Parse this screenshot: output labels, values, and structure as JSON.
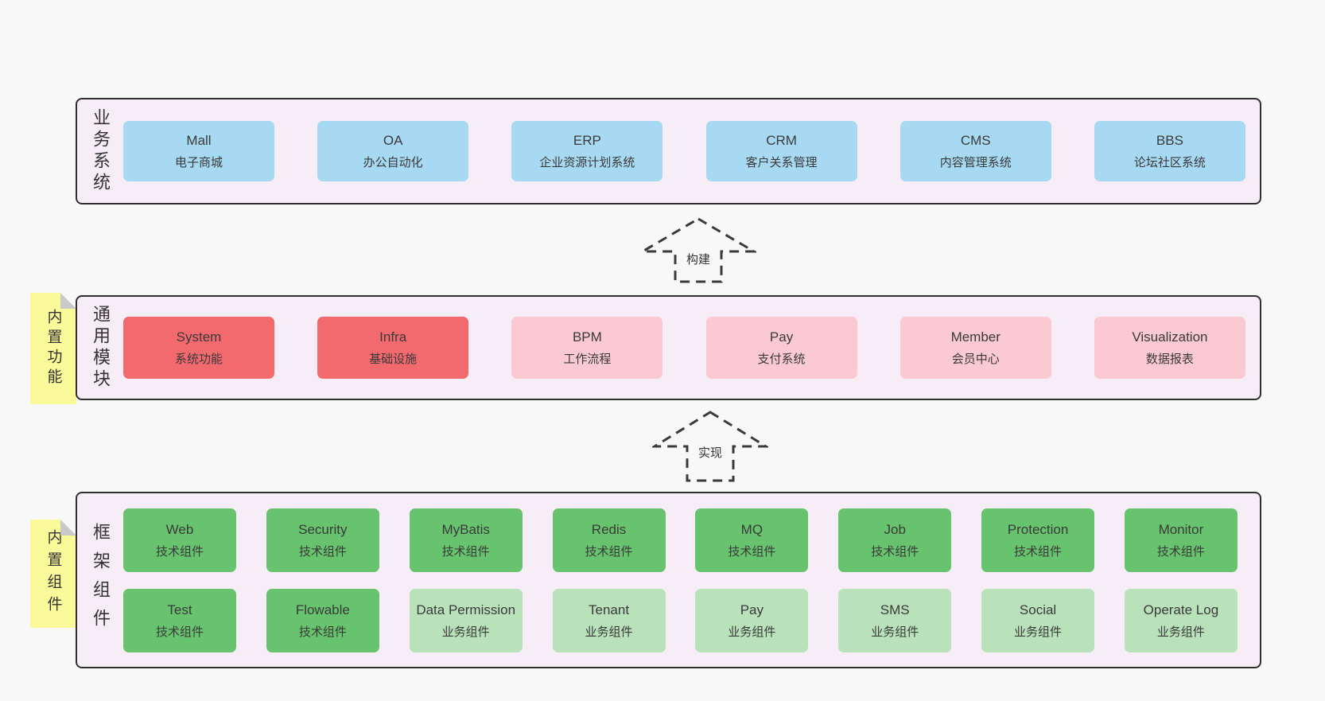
{
  "colors": {
    "page_background": "#f8f8f8",
    "layer_background": "#f7edf6",
    "layer_border": "#2f2f2f",
    "blue_box": "#a8d9f2",
    "red_box": "#f2696e",
    "pink_box": "#fac9d2",
    "green_box": "#68c36e",
    "light_green_box": "#b9e2bb",
    "note_yellow": "#fbfa9b",
    "note_fold": "#c9c9c9",
    "text": "#3a3a3a"
  },
  "arrows": [
    {
      "label": "构建"
    },
    {
      "label": "实现"
    }
  ],
  "layers": [
    {
      "label": "业务系统",
      "boxes": [
        {
          "title": "Mall",
          "subtitle": "电子商城"
        },
        {
          "title": "OA",
          "subtitle": "办公自动化"
        },
        {
          "title": "ERP",
          "subtitle": "企业资源计划系统"
        },
        {
          "title": "CRM",
          "subtitle": "客户关系管理"
        },
        {
          "title": "CMS",
          "subtitle": "内容管理系统"
        },
        {
          "title": "BBS",
          "subtitle": "论坛社区系统"
        }
      ]
    },
    {
      "label": "通用模块",
      "note": "内置功能",
      "boxes": [
        {
          "title": "System",
          "subtitle": "系统功能"
        },
        {
          "title": "Infra",
          "subtitle": "基础设施"
        },
        {
          "title": "BPM",
          "subtitle": "工作流程"
        },
        {
          "title": "Pay",
          "subtitle": "支付系统"
        },
        {
          "title": "Member",
          "subtitle": "会员中心"
        },
        {
          "title": "Visualization",
          "subtitle": "数据报表"
        }
      ]
    },
    {
      "label": "框架组件",
      "note": "内置组件",
      "rows": [
        [
          {
            "title": "Web",
            "subtitle": "技术组件"
          },
          {
            "title": "Security",
            "subtitle": "技术组件"
          },
          {
            "title": "MyBatis",
            "subtitle": "技术组件"
          },
          {
            "title": "Redis",
            "subtitle": "技术组件"
          },
          {
            "title": "MQ",
            "subtitle": "技术组件"
          },
          {
            "title": "Job",
            "subtitle": "技术组件"
          },
          {
            "title": "Protection",
            "subtitle": "技术组件"
          },
          {
            "title": "Monitor",
            "subtitle": "技术组件"
          }
        ],
        [
          {
            "title": "Test",
            "subtitle": "技术组件"
          },
          {
            "title": "Flowable",
            "subtitle": "技术组件"
          },
          {
            "title": "Data Permission",
            "subtitle": "业务组件"
          },
          {
            "title": "Tenant",
            "subtitle": "业务组件"
          },
          {
            "title": "Pay",
            "subtitle": "业务组件"
          },
          {
            "title": "SMS",
            "subtitle": "业务组件"
          },
          {
            "title": "Social",
            "subtitle": "业务组件"
          },
          {
            "title": "Operate Log",
            "subtitle": "业务组件"
          }
        ]
      ]
    }
  ]
}
